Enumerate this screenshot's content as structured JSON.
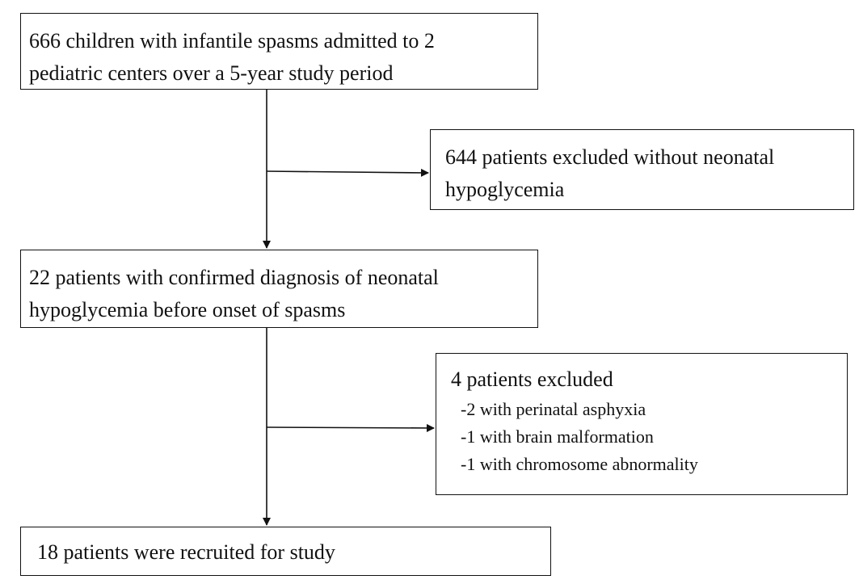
{
  "boxes": {
    "start": {
      "line1": "666 children with infantile spasms  admitted to 2",
      "line2": "pediatric centers over a 5-year  study period"
    },
    "excluded1": {
      "line1": "644 patients excluded without neonatal",
      "line2": "hypoglycemia"
    },
    "confirmed": {
      "line1": "22 patients with confirmed diagnosis  of neonatal",
      "line2": "hypoglycemia before onset of spasms"
    },
    "excluded2": {
      "title": "4 patients excluded",
      "items": [
        "-2 with perinatal asphyxia",
        "-1 with brain malformation",
        "-1 with chromosome abnormality"
      ]
    },
    "recruited": {
      "line1": "18 patients were recruited for study"
    }
  }
}
